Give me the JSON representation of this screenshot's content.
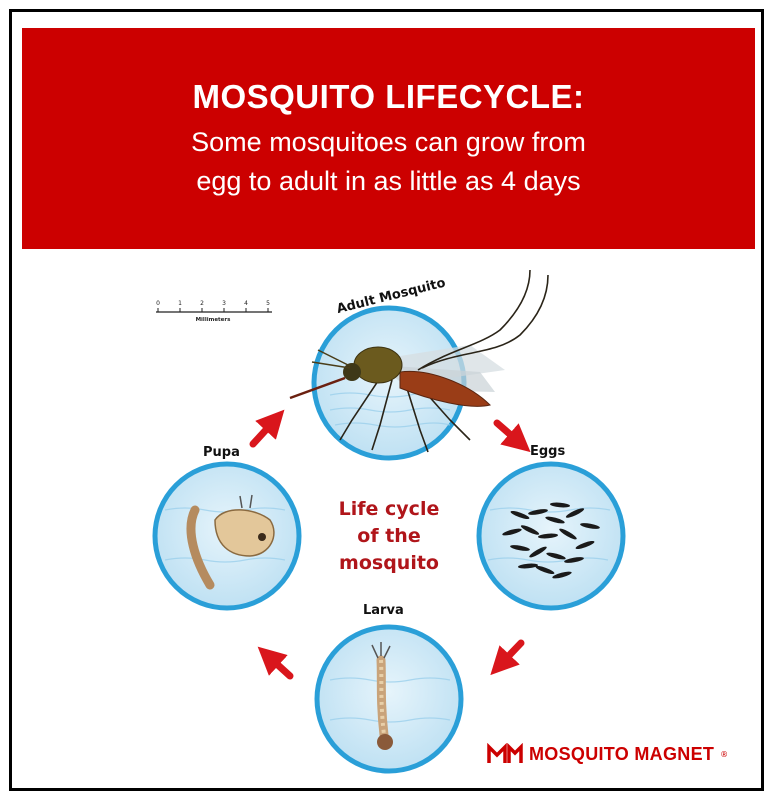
{
  "banner": {
    "title": "MOSQUITO LIFECYCLE:",
    "subtitle_line1": "Some mosquitoes can grow from",
    "subtitle_line2": "egg to adult in as little as 4 days"
  },
  "scale": {
    "ticks": [
      "0",
      "1",
      "2",
      "3",
      "4",
      "5"
    ],
    "unit_label": "Millimeters"
  },
  "stages": {
    "adult": "Adult Mosquito",
    "eggs": "Eggs",
    "larva": "Larva",
    "pupa": "Pupa"
  },
  "center_text": [
    "Life cycle",
    "of the",
    "mosquito"
  ],
  "brand": {
    "name": "MOSQUITO MAGNET",
    "mark": "®"
  },
  "colors": {
    "banner_red": "#cc0000",
    "arrow_red": "#d9161c",
    "circle_blue": "#2a9fd8",
    "circle_fill": "#cfe9f6",
    "center_text": "#b0151a"
  }
}
